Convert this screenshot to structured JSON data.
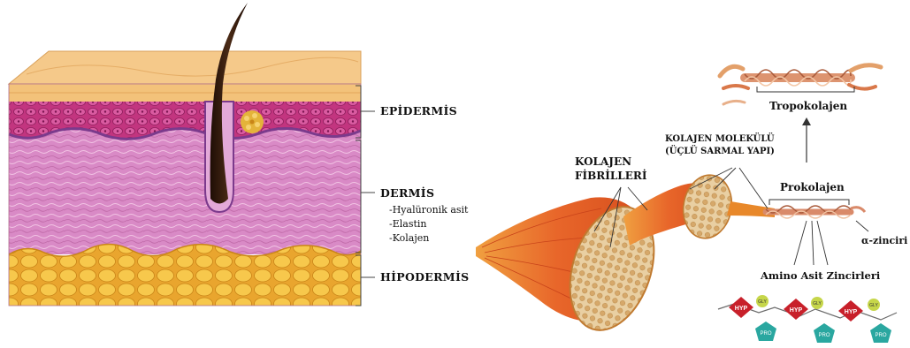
{
  "skin": {
    "epidermis": "EPİDERMİS",
    "dermis": "DERMİS",
    "dermis_items": [
      "-Hyalüronik asit",
      "-Elastin",
      "-Kolajen"
    ],
    "hypodermis": "HİPODERMİS"
  },
  "collagen": {
    "tropocollagen": "Tropokolajen",
    "fibrils_line1": "KOLAJEN",
    "fibrils_line2": "FİBRİLLERİ",
    "molecule_line1": "KOLAJEN MOLEKÜLÜ",
    "molecule_line2": "(ÜÇLÜ SARMAL YAPI)",
    "procollagen": "Prokolajen",
    "alpha_chain": "α-zinciri",
    "amino_chains": "Amino Asit Zincirleri",
    "residues": {
      "hyp": "HYP",
      "gly": "GLY",
      "pro": "PRO"
    }
  },
  "colors": {
    "epidermis": "#c2357f",
    "dermis": "#d98ac6",
    "hypodermis": "#f2b93a",
    "surface": "#f5c98a",
    "hair": "#3a1d0e",
    "fiber_orange": "#e8662a",
    "fiber_end": "#e6c48f",
    "hyp": "#c8202a",
    "gly": "#c6d64a",
    "pro": "#2aa7a0"
  }
}
